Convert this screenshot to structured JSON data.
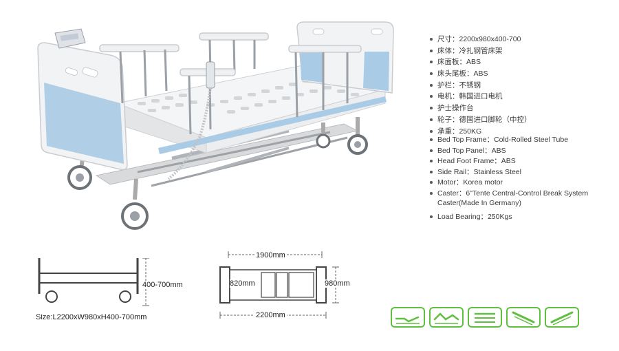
{
  "specs_cn": [
    {
      "label": "尺寸",
      "value": "2200x980x400-700"
    },
    {
      "label": "床体",
      "value": "冷扎钢管床架"
    },
    {
      "label": "床面板",
      "value": "ABS"
    },
    {
      "label": "床头尾板",
      "value": "ABS"
    },
    {
      "label": "护栏",
      "value": "不锈钢"
    },
    {
      "label": "电机",
      "value": "韩国进口电机"
    },
    {
      "label": "护士操作台",
      "value": ""
    },
    {
      "label": "轮子",
      "value": "德国进口脚轮（中控）"
    },
    {
      "label": "承重",
      "value": "250KG"
    }
  ],
  "specs_cn_text": [
    "尺寸：2200x980x400-700",
    "床体：冷扎钢管床架",
    "床面板：ABS",
    "床头尾板：ABS",
    "护栏：不锈钢",
    "电机：韩国进口电机",
    "护士操作台",
    "轮子：德国进口脚轮（中控）",
    "承重：250KG"
  ],
  "specs_en_text": [
    "Bed Top Frame：Cold-Rolled Steel Tube",
    "Bed Top Panel：ABS",
    "Head Foot Frame：ABS",
    "Side Rail：Stainless Steel",
    "Motor：Korea motor",
    "Caster：6\"Tente Central-Control Break System Caster(Made In Germany)",
    "Load Bearing：250Kgs"
  ],
  "side_drawing": {
    "height_label": "400-700mm",
    "size_caption": "Size:L2200xW980xH400-700mm"
  },
  "top_drawing": {
    "length_top": "1900mm",
    "width_inner": "820mm",
    "width_outer": "980mm",
    "length_bottom": "2200mm"
  },
  "function_icons": [
    "flat-position-icon",
    "back-knee-raise-icon",
    "height-adjust-icon",
    "trendelenburg-icon",
    "reverse-trendelenburg-icon"
  ],
  "colors": {
    "accent_green": "#5fbf3f",
    "panel_blue": "#a9cbe6",
    "frame_gray": "#e8eaec"
  }
}
